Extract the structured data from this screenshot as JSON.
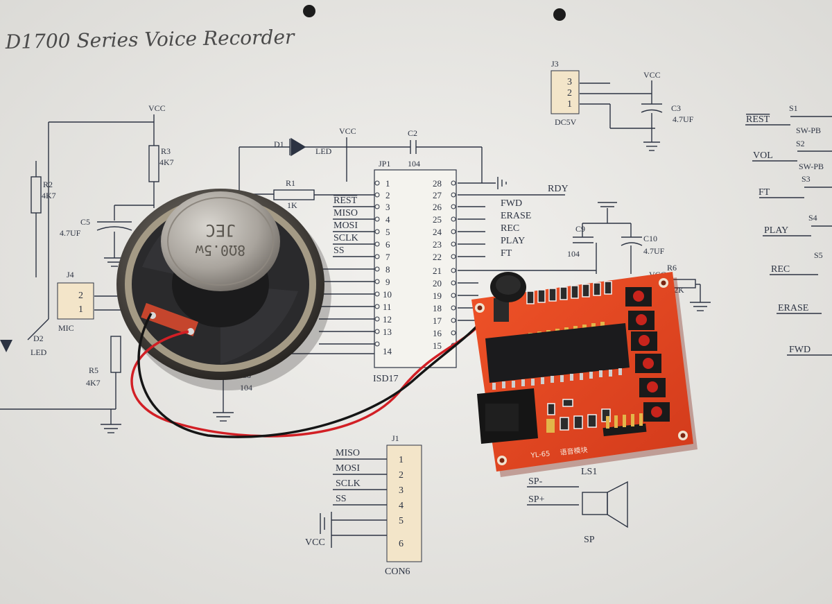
{
  "scene": {
    "handwritten_title": "D1700 Series Voice Recorder",
    "colors": {
      "paper": "#eceae6",
      "ink": "#2c3342",
      "pcb_red": "#e2401f",
      "chip_black": "#1b1b1d",
      "header_gold": "#e2b64a",
      "button_red": "#c8241c",
      "wire_red": "#d21f25",
      "wire_black": "#151515"
    }
  },
  "schematic": {
    "vcc": "VCC",
    "j3": {
      "ref": "J3",
      "pins": [
        "3",
        "2",
        "1"
      ],
      "label": "DC5V"
    },
    "c3": {
      "ref": "C3",
      "value": "4.7UF"
    },
    "d1": {
      "ref": "D1",
      "value": "LED"
    },
    "c2": {
      "ref": "C2",
      "value": "104"
    },
    "jp1": {
      "ref": "JP1",
      "bottom_label": "ISD17",
      "left_pins": [
        "1",
        "2",
        "3",
        "4",
        "5",
        "6",
        "7",
        "8",
        "9",
        "10",
        "11",
        "12",
        "13",
        "14"
      ],
      "right_pins": [
        "28",
        "27",
        "26",
        "25",
        "24",
        "23",
        "22",
        "21",
        "20",
        "19",
        "18",
        "17",
        "16",
        "15"
      ],
      "left_signals": [
        "REST",
        "MISO",
        "MOSI",
        "SCLK",
        "SS"
      ],
      "right_signals": [
        "FWD",
        "ERASE",
        "REC",
        "PLAY",
        "FT"
      ]
    },
    "rdy": "RDY",
    "r1": {
      "ref": "R1",
      "value": "1K"
    },
    "r2": {
      "ref": "R2",
      "value": "4K7"
    },
    "r3": {
      "ref": "R3",
      "value": "4K7"
    },
    "r5": {
      "ref": "R5",
      "value": "4K7"
    },
    "c5": {
      "ref": "C5",
      "value": "4.7UF"
    },
    "c8": {
      "ref": "C8",
      "value": "104"
    },
    "c9": {
      "ref": "C9",
      "value": "104"
    },
    "c10": {
      "ref": "C10",
      "value": "4.7UF"
    },
    "r6": {
      "ref": "R6",
      "value": "82K"
    },
    "j4": {
      "ref": "J4",
      "pins": [
        "2",
        "1"
      ],
      "label": "MIC"
    },
    "d2": {
      "ref": "D2",
      "value": "LED"
    },
    "j1": {
      "ref": "J1",
      "label": "CON6",
      "pins": [
        "1",
        "2",
        "3",
        "4",
        "5",
        "6"
      ],
      "signals": [
        "MISO",
        "MOSI",
        "SCLK",
        "SS",
        "",
        "VCC"
      ]
    },
    "ls1": {
      "ref": "LS1",
      "sp_minus": "SP-",
      "sp_plus": "SP+",
      "label": "SP"
    },
    "switches": {
      "refs": [
        "S1",
        "S2",
        "S3",
        "S4",
        "S5"
      ],
      "labels": [
        "REST",
        "VOL",
        "FT",
        "PLAY",
        "REC",
        "ERASE",
        "FWD"
      ],
      "part": "SW-PB"
    }
  },
  "speaker": {
    "brand": "JEC",
    "rating": "8Ω0.5w"
  },
  "module": {
    "silk_model": "YL-65",
    "silk_cn": "语音模块"
  }
}
